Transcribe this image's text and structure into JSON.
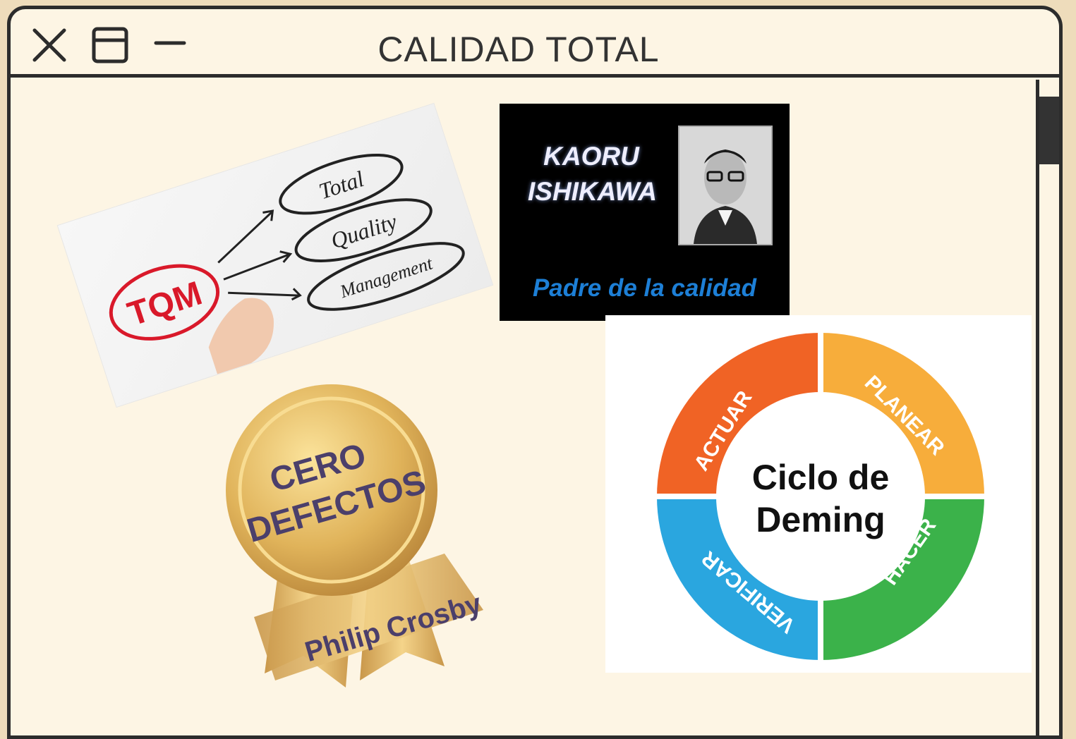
{
  "window": {
    "title": "CALIDAD TOTAL"
  },
  "icons": {
    "close": "close-icon",
    "maximize": "window-icon",
    "minimize": "minimize-icon"
  },
  "tqm_card": {
    "acronym": "TQM",
    "word1": "Total",
    "word2": "Quality",
    "word3": "Management",
    "accent_color": "#d9192a"
  },
  "ishikawa_card": {
    "first_name": "KAORU",
    "last_name": "ISHIKAWA",
    "tagline": "Padre de la calidad"
  },
  "medal_card": {
    "line1": "CERO",
    "line2": "DEFECTOS",
    "ribbon_text": "Philip Crosby",
    "text_color": "#4b3f6b"
  },
  "deming_card": {
    "center_line1": "Ciclo de",
    "center_line2": "Deming",
    "segments": [
      {
        "label": "PLANEAR",
        "color": "#f7ad3b"
      },
      {
        "label": "HACER",
        "color": "#3bb24a"
      },
      {
        "label": "VERIFICAR",
        "color": "#2aa6df"
      },
      {
        "label": "ACTUAR",
        "color": "#f06325"
      }
    ]
  }
}
